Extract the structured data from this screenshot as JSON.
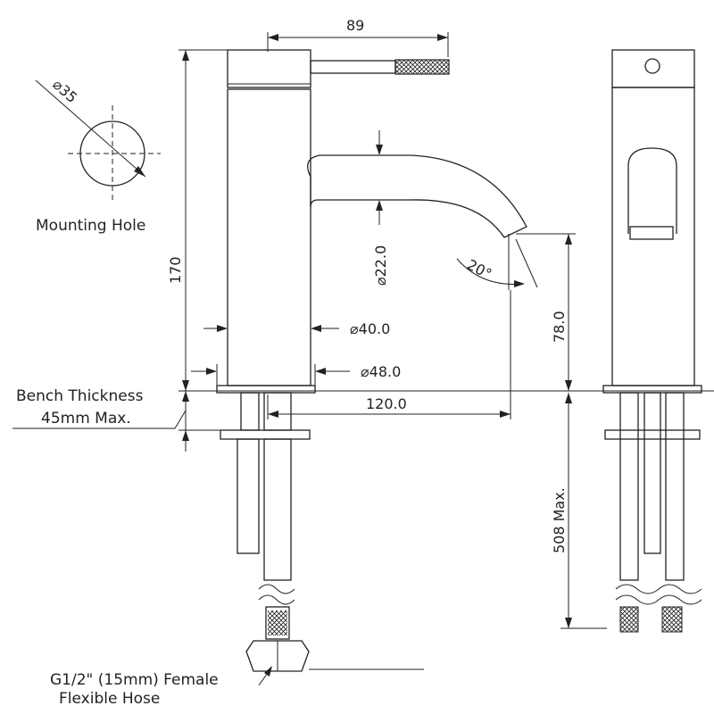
{
  "dimensions": {
    "overall_reach": "89",
    "mounting_hole_diameter": "35",
    "mounting_hole_symbol": "⌀",
    "overall_height": "170",
    "spout_diameter": "⌀22.0",
    "spout_angle": "20°",
    "body_diameter": "⌀40.0",
    "base_diameter": "⌀48.0",
    "spout_height": "78.0",
    "spout_reach": "120.0",
    "hose_length": "508 Max."
  },
  "labels": {
    "mounting_hole": "Mounting Hole",
    "bench_thickness_line1": "Bench Thickness",
    "bench_thickness_line2": "45mm Max.",
    "hose_line1": "G1/2\" (15mm) Female",
    "hose_line2": "Flexible Hose"
  }
}
